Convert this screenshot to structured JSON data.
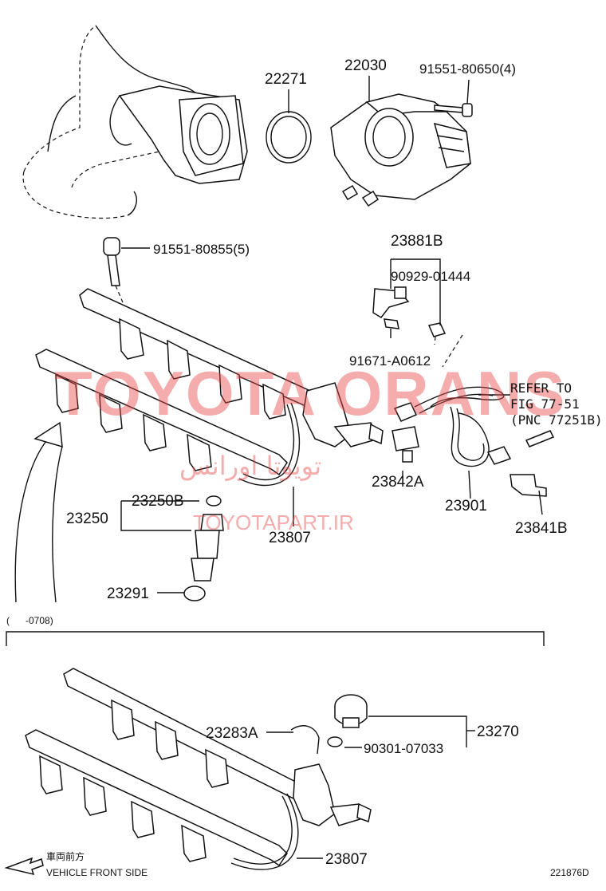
{
  "labels": {
    "p22271": "22271",
    "p22030": "22030",
    "p91551_80650": "91551-80650(4)",
    "p91551_80855": "91551-80855(5)",
    "p23881B": "23881B",
    "p90929_01444": "90929-01444",
    "p91671_A0612": "91671-A0612",
    "refer1": "REFER TO",
    "refer2": "FIG 77-51",
    "refer3": "(PNC 77251B)",
    "p23842A": "23842A",
    "p23901": "23901",
    "p23841B": "23841B",
    "p23250B": "23250B",
    "p23250": "23250",
    "p23807_top": "23807",
    "p23291": "23291",
    "range": "(      -0708)",
    "p23283A": "23283A",
    "p23270": "23270",
    "p90301_07033": "90301-07033",
    "p23807_bottom": "23807",
    "front_jp": "車両前方",
    "front_en": "VEHICLE FRONT SIDE",
    "fig_id": "221876D"
  },
  "watermark": {
    "main": "TOYOTA ORANS",
    "persian": "تویوتا اورانس",
    "site": "TOYOTAPART.IR"
  }
}
